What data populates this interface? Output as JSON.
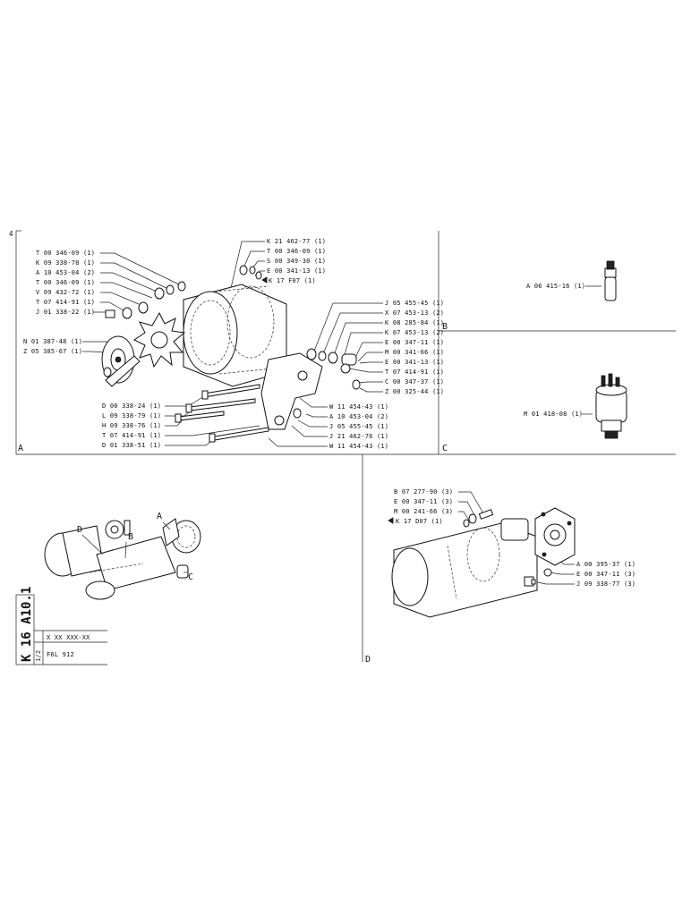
{
  "sheet_mark": "4",
  "panel_a": {
    "letter": "A",
    "left_labels": [
      "T 00 346-09 (1)",
      "K 09 338-78 (1)",
      "A 10 453-04 (2)",
      "T 00 346-09 (1)",
      "V 09 432-72 (1)",
      "T 07 414-91 (1)",
      "J 01 338-22 (1)",
      "N 01 387-48 (1)",
      "Z 05 385-67 (1)"
    ],
    "top_labels": [
      "K 21 462-77 (1)",
      "T 00 346-09 (1)",
      "S 00 349-30 (1)",
      "E 00 341-13 (1)",
      "K 17 F07 (1)"
    ],
    "right_labels": [
      "J 05 455-45 (1)",
      "X 07 453-13 (2)",
      "K 08 285-84 (1)",
      "K 07 453-13 (2)",
      "E 00 347-11 (1)",
      "M 00 341-66 (1)",
      "E 00 341-13 (1)",
      "T 07 414-91 (1)",
      "C 00 347-37 (1)",
      "Z 00 325-44 (1)"
    ],
    "bottom_left_labels": [
      "D 00 338-24 (1)",
      "L 09 338-79 (1)",
      "H 09 338-76 (1)",
      "T 07 414-91 (1)",
      "D 01 338-51 (1)"
    ],
    "bottom_right_labels": [
      "W 11 454-43 (1)",
      "A 10 453-04 (2)",
      "J 05 455-45 (1)",
      "J 21 462-76 (1)",
      "W 11 454-43 (1)"
    ]
  },
  "panel_b": {
    "letter": "B",
    "label": "A 06 415-16 (1)"
  },
  "panel_c": {
    "letter": "C",
    "label": "M 01 418-08 (1)"
  },
  "panel_d": {
    "letter": "D",
    "labels": [
      "B 07 277-90 (3)",
      "E 00 347-11 (3)",
      "M 00 241-66 (3)",
      "K 17 D07 (1)"
    ],
    "right_labels": [
      "A 00 395-37 (1)",
      "E 00 347-11 (3)",
      "J 09 338-77 (3)"
    ]
  },
  "overview": {
    "letters": [
      "A",
      "B",
      "C",
      "D"
    ]
  },
  "title_block": {
    "group_code": "K 16 A10.1",
    "part_number": "X XX XXX-XX",
    "engine": "F6L 912",
    "mark": "1/2"
  }
}
